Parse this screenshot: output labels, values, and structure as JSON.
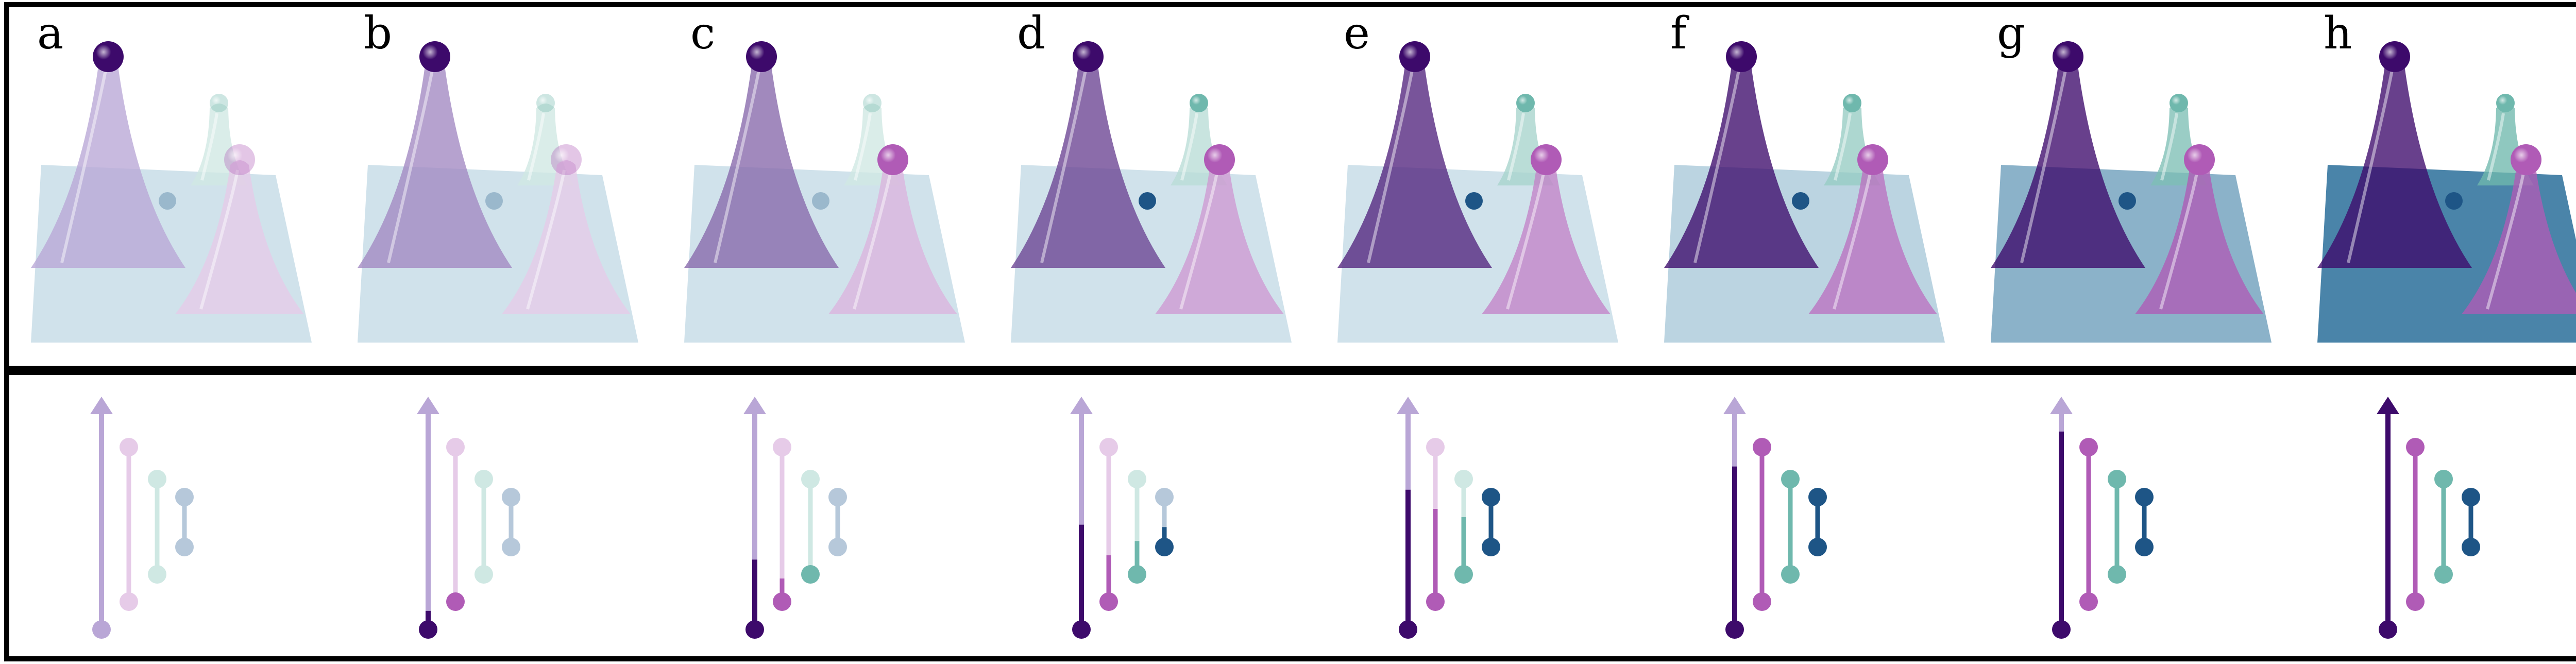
{
  "panels": [
    {
      "label": "a",
      "level": 0.0
    },
    {
      "label": "b",
      "level": 0.12
    },
    {
      "label": "c",
      "level": 0.25
    },
    {
      "label": "d",
      "level": 0.4
    },
    {
      "label": "e",
      "level": 0.52
    },
    {
      "label": "f",
      "level": 0.62
    },
    {
      "label": "g",
      "level": 0.78
    },
    {
      "label": "h",
      "level": 1.0
    }
  ],
  "colors": {
    "c1": "#3d0a6b",
    "c2": "#b05bb6",
    "c3": "#6fb8ad",
    "c4": "#1e5586",
    "c1_faded": "#b9a6d6",
    "c2_faded": "#e6cbe8",
    "c3_faded": "#cfe8e3",
    "c4_faded": "#b6c8da",
    "surface_light": "#c8dde8",
    "surface_dark": "#2a6f9a",
    "frame": "#000000"
  },
  "barcodes": [
    {
      "panel": "a",
      "bars": [
        {
          "born": 0,
          "filled": 0.0
        },
        {
          "born": 0,
          "filled": 0.0
        },
        {
          "born": 0,
          "filled": 0.0
        },
        {
          "born": 0,
          "filled": 0.0
        }
      ]
    },
    {
      "panel": "b",
      "bars": [
        {
          "born": 1,
          "filled": 0.08
        },
        {
          "born": 1,
          "filled": 0.0
        },
        {
          "born": 0,
          "filled": 0.0
        },
        {
          "born": 0,
          "filled": 0.0
        }
      ]
    },
    {
      "panel": "c",
      "bars": [
        {
          "born": 1,
          "filled": 0.3
        },
        {
          "born": 1,
          "filled": 0.15
        },
        {
          "born": 1,
          "filled": 0.0
        },
        {
          "born": 0,
          "filled": 0.0
        }
      ]
    },
    {
      "panel": "d",
      "bars": [
        {
          "born": 1,
          "filled": 0.45
        },
        {
          "born": 1,
          "filled": 0.3
        },
        {
          "born": 1,
          "filled": 0.35
        },
        {
          "born": 1,
          "filled": 0.4
        }
      ]
    },
    {
      "panel": "e",
      "bars": [
        {
          "born": 1,
          "filled": 0.6
        },
        {
          "born": 1,
          "filled": 0.6
        },
        {
          "born": 1,
          "filled": 0.6
        },
        {
          "born": 1,
          "filled": 1.0
        }
      ]
    },
    {
      "panel": "f",
      "bars": [
        {
          "born": 1,
          "filled": 0.7
        },
        {
          "born": 1,
          "filled": 1.0
        },
        {
          "born": 1,
          "filled": 1.0
        },
        {
          "born": 1,
          "filled": 1.0
        }
      ]
    },
    {
      "panel": "g",
      "bars": [
        {
          "born": 1,
          "filled": 0.85
        },
        {
          "born": 1,
          "filled": 1.0
        },
        {
          "born": 1,
          "filled": 1.0
        },
        {
          "born": 1,
          "filled": 1.0
        }
      ]
    },
    {
      "panel": "h",
      "bars": [
        {
          "born": 1,
          "filled": 1.0
        },
        {
          "born": 1,
          "filled": 1.0
        },
        {
          "born": 1,
          "filled": 1.0
        },
        {
          "born": 1,
          "filled": 1.0
        }
      ]
    }
  ]
}
